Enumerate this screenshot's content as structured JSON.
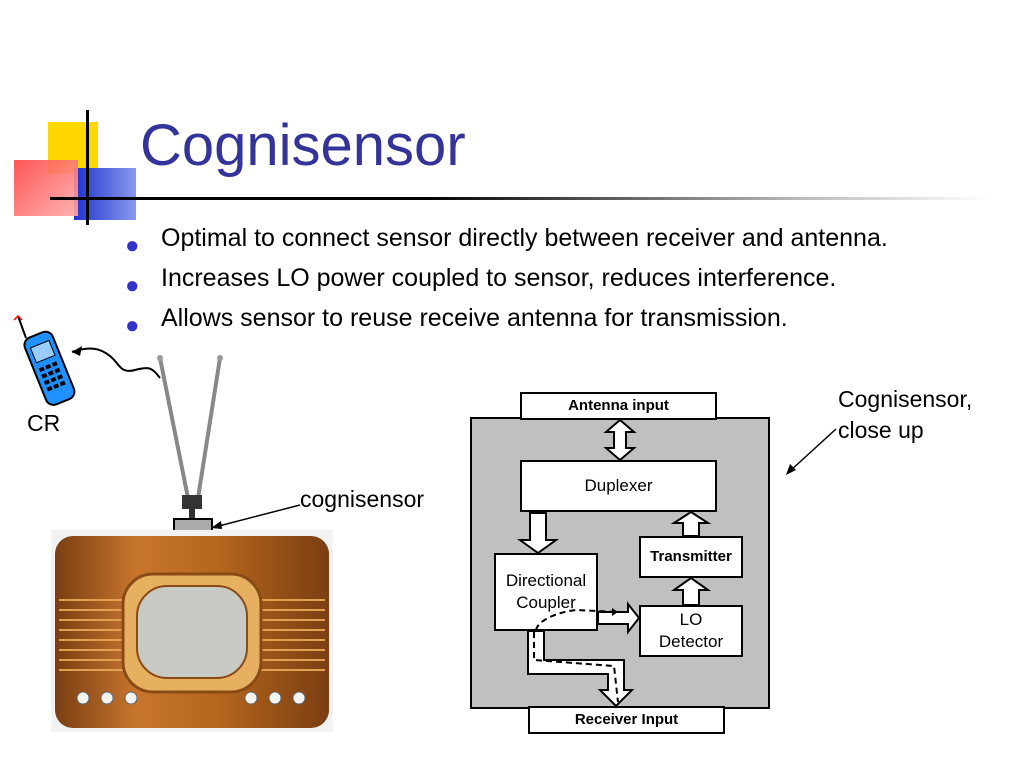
{
  "slide": {
    "title": "Cognisensor",
    "bullets": [
      "Optimal to connect sensor directly between receiver and antenna.",
      "Increases LO power coupled to sensor, reduces interference.",
      "Allows sensor to reuse receive antenna for transmission."
    ]
  },
  "left_figure": {
    "phone_label": "CR",
    "sensor_label": "cognisensor"
  },
  "block_diagram": {
    "caption": [
      "Cognisensor,",
      "close up"
    ],
    "antenna_input": "Antenna input",
    "duplexer": "Duplexer",
    "transmitter": "Transmitter",
    "coupler": [
      "Directional",
      "Coupler"
    ],
    "detector": [
      "LO",
      "Detector"
    ],
    "receiver_input": "Receiver Input"
  },
  "colors": {
    "title": "#333399",
    "bullet": "#3333cc",
    "diagram_bg": "#c0c0c0"
  }
}
